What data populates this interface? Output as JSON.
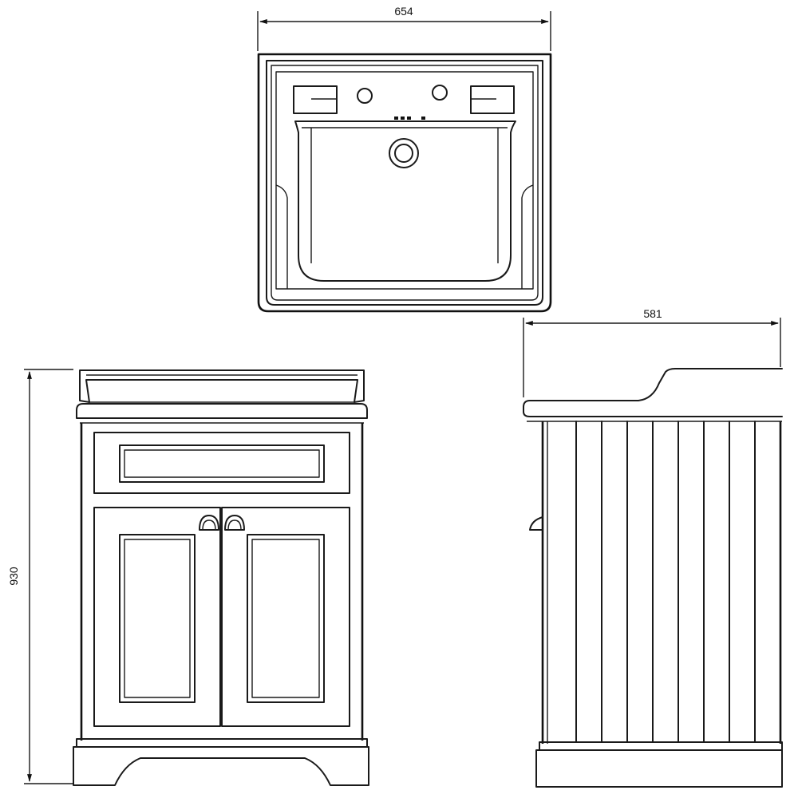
{
  "dimensions": {
    "width": "654",
    "depth": "581",
    "height": "930"
  },
  "colors": {
    "line": "#1a1a1a",
    "background": "#ffffff"
  }
}
